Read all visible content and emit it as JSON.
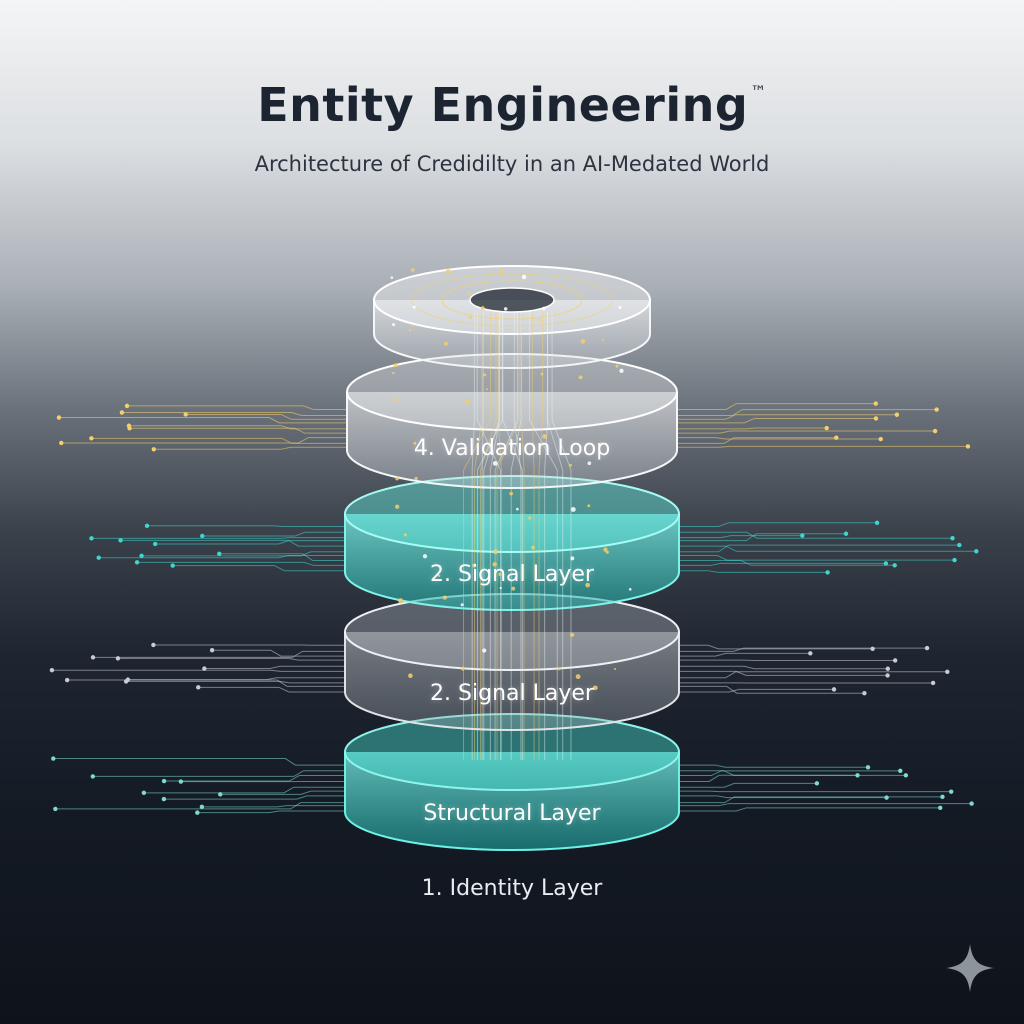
{
  "header": {
    "title": "Entity Engineering",
    "trademark": "™",
    "subtitle": "Architecture of Credidilty in an AI-Medated World"
  },
  "layers": [
    {
      "label": "",
      "color": "#d8dde2",
      "tone": "white"
    },
    {
      "label": "4. Validation Loop",
      "color": "#dfe3e7",
      "tone": "white"
    },
    {
      "label": "2. Signal Layer",
      "color": "#5fe0d6",
      "tone": "teal"
    },
    {
      "label": "2. Signal Layer",
      "color": "#c9cdd2",
      "tone": "grey"
    },
    {
      "label": "Structural Layer",
      "color": "#3ccfc6",
      "tone": "teal"
    }
  ],
  "footer_label": "1. Identity Layer",
  "icons": {
    "corner": "sparkle-icon"
  },
  "colors": {
    "teal": "#40d6cc",
    "gold": "#f4cf6a",
    "circuit": "#7fd9d2"
  }
}
